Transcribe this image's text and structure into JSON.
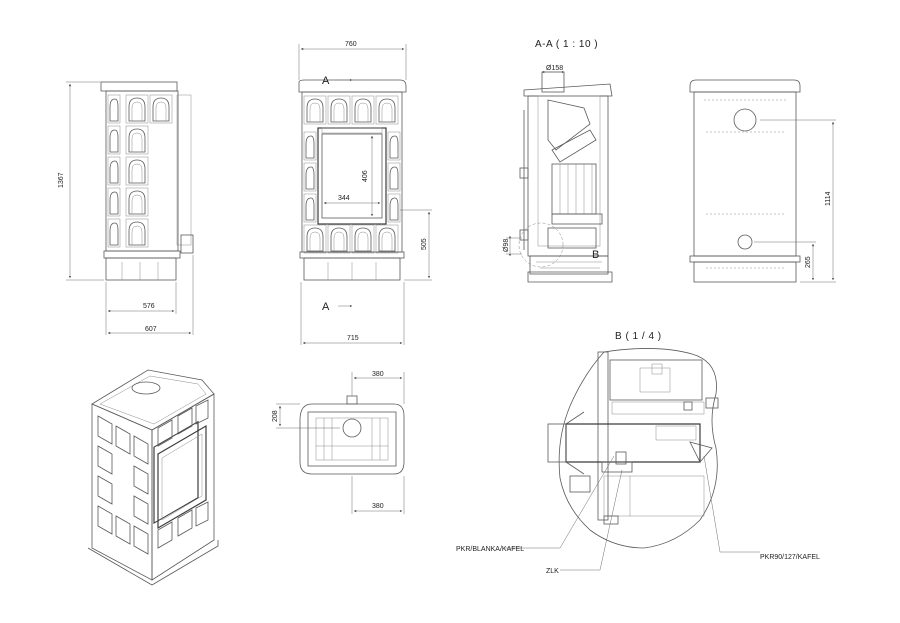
{
  "section_title": "A-A ( 1 : 10 )",
  "detail_title": "B ( 1 / 4 )",
  "section_marker": "A",
  "detail_marker": "B",
  "dimensions": {
    "side_height": "1367",
    "side_depth_inner": "576",
    "side_depth_outer": "607",
    "front_width_top": "760",
    "front_width_bottom": "715",
    "door_height": "406",
    "door_width": "344",
    "door_base_height": "505",
    "flue_diameter": "Ø158",
    "air_inlet_diameter": "Ø98",
    "back_outlet_height": "1114",
    "back_inlet_height": "265",
    "top_depth": "208",
    "top_width_upper": "380",
    "top_width_lower": "380"
  },
  "callouts": {
    "left": "PKR/BLANKA/KAFEL",
    "middle": "ZLK",
    "right": "PKR90/127/KAFEL"
  }
}
